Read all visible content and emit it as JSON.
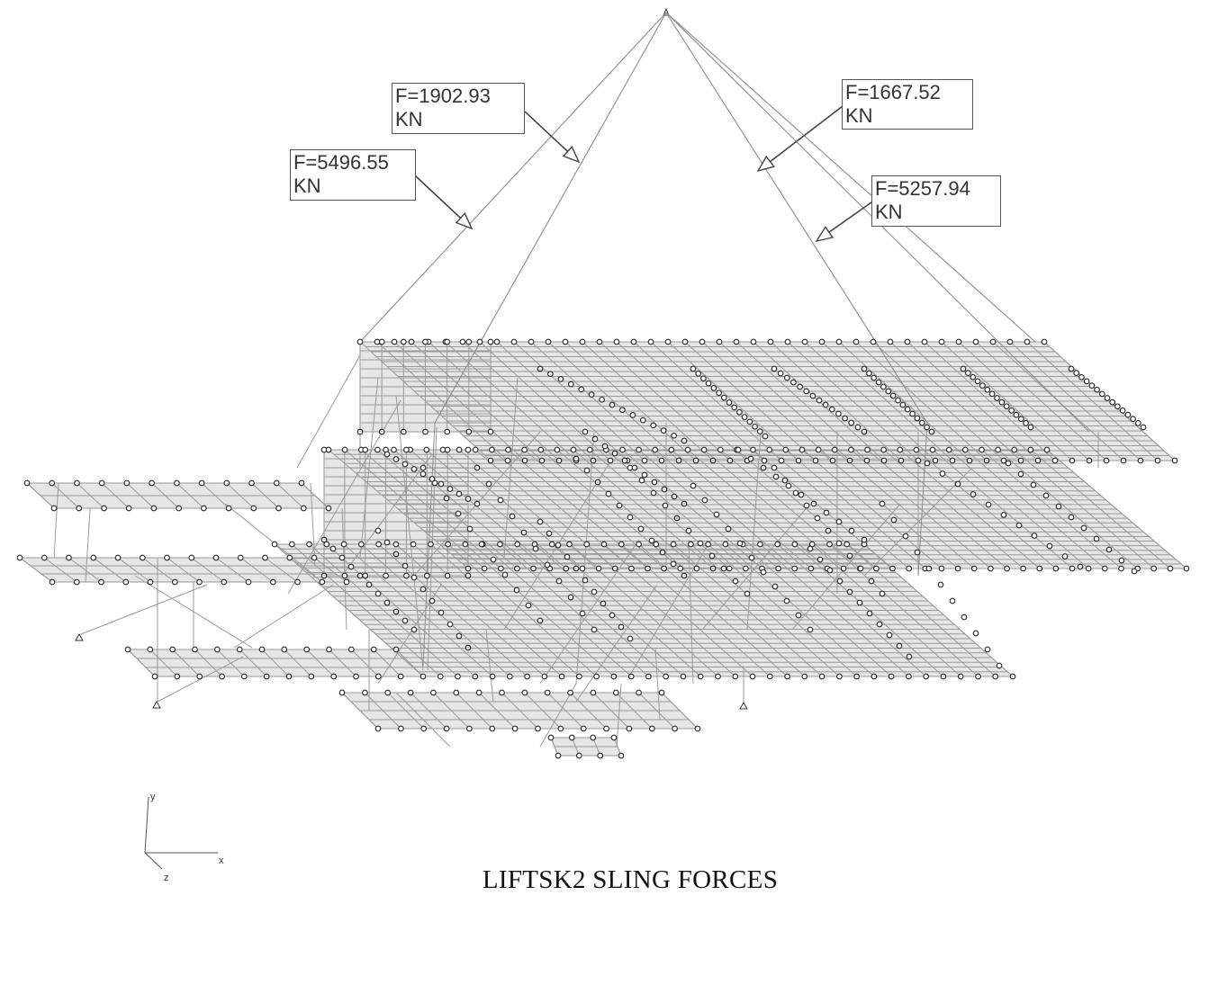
{
  "caption": "LIFTSK2 SLING FORCES",
  "units": "KN",
  "sling_forces": [
    {
      "id": "sling-1",
      "label": "F=5496.55",
      "unit": "KN",
      "value": 5496.55
    },
    {
      "id": "sling-2",
      "label": "F=1902.93",
      "unit": "KN",
      "value": 1902.93
    },
    {
      "id": "sling-3",
      "label": "F=1667.52",
      "unit": "KN",
      "value": 1667.52
    },
    {
      "id": "sling-4",
      "label": "F=5257.94",
      "unit": "KN",
      "value": 5257.94
    }
  ],
  "axes": {
    "x": "x",
    "y": "y",
    "z": "z"
  },
  "colors": {
    "member": "#9a9a9a",
    "plate_fill": "#e6e6e6",
    "node": "#222222",
    "leader": "#444444",
    "text": "#333333"
  }
}
